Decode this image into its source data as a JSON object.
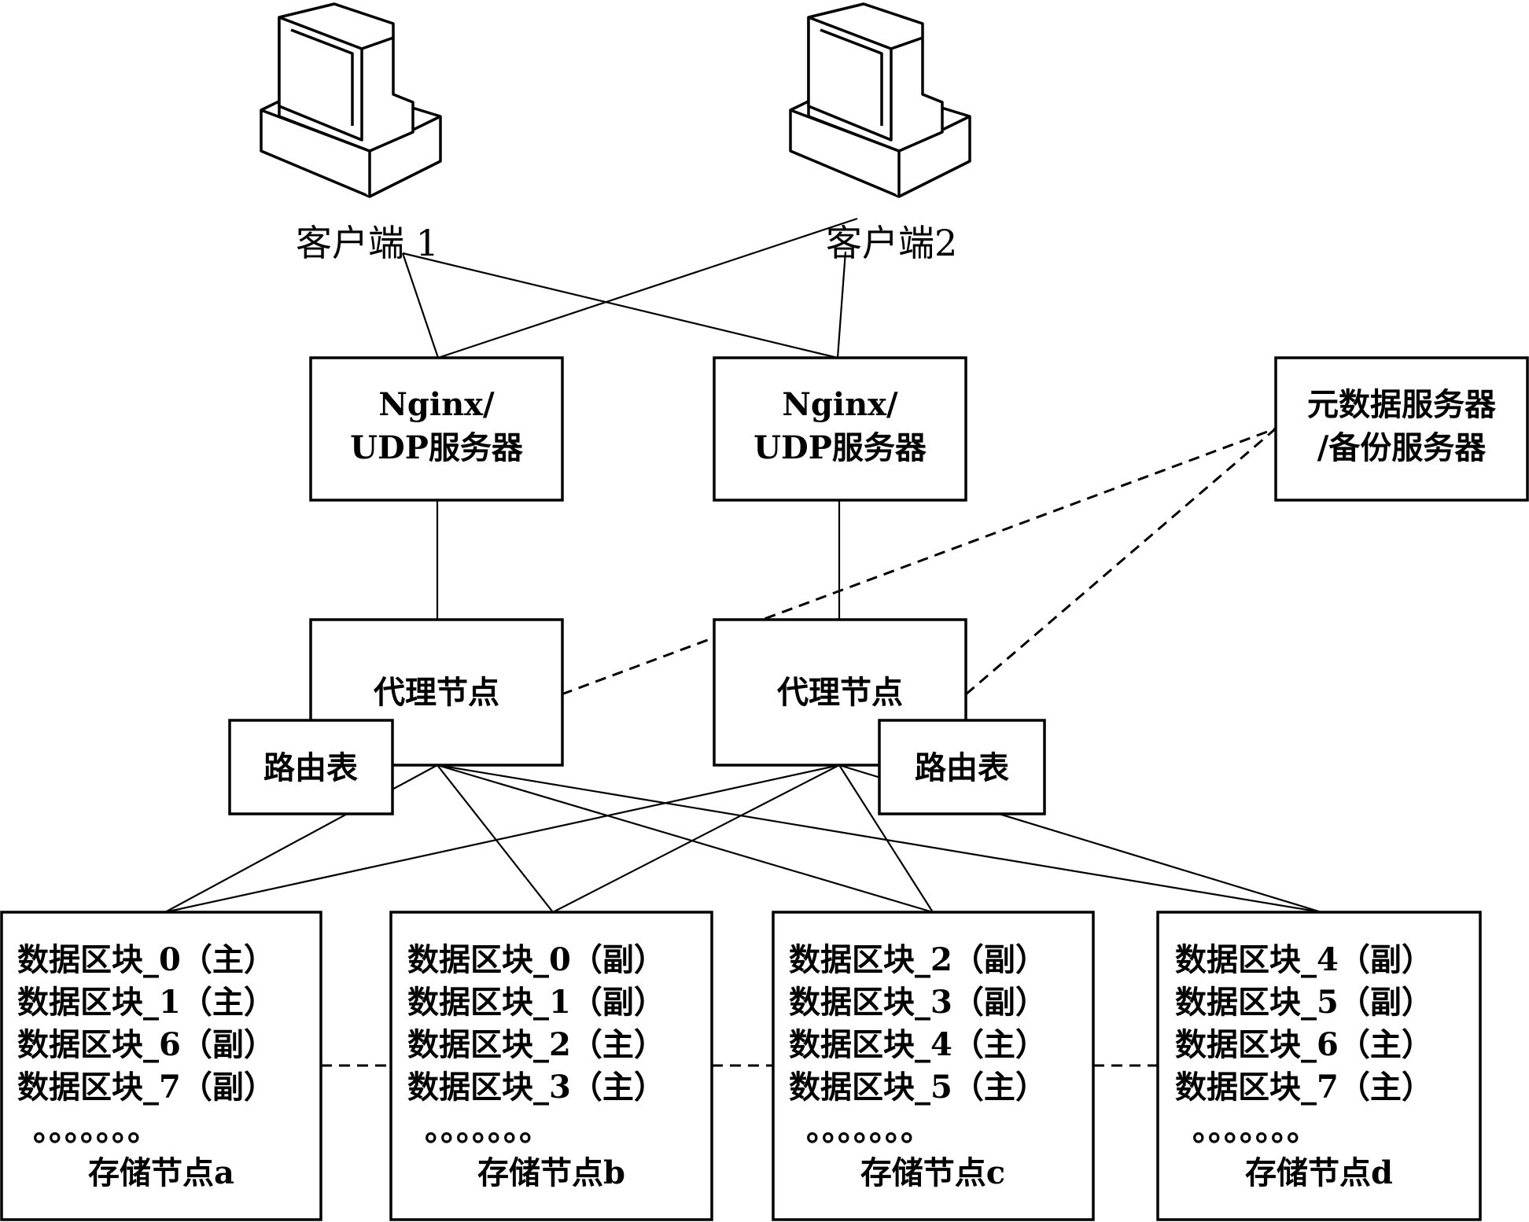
{
  "clients": [
    {
      "id": "client-1",
      "label": "客户端 1"
    },
    {
      "id": "client-2",
      "label": "客户端2"
    }
  ],
  "nginx_servers": [
    {
      "id": "nginx-1",
      "lines": [
        "Nginx/",
        "UDP服务器"
      ]
    },
    {
      "id": "nginx-2",
      "lines": [
        "Nginx/",
        "UDP服务器"
      ]
    }
  ],
  "metadata_server": {
    "lines": [
      "元数据服务器",
      "/备份服务器"
    ]
  },
  "proxies": [
    {
      "id": "proxy-1",
      "label": "代理节点",
      "routing_table": "路由表"
    },
    {
      "id": "proxy-2",
      "label": "代理节点",
      "routing_table": "路由表"
    }
  ],
  "storage_nodes": [
    {
      "id": "a",
      "label": "存储节点a",
      "blocks": [
        "数据区块_0（主）",
        "数据区块_1（主）",
        "数据区块_6（副）",
        "数据区块_7（副）"
      ],
      "ellipsis": "。。。。。。。"
    },
    {
      "id": "b",
      "label": "存储节点b",
      "blocks": [
        "数据区块_0（副）",
        "数据区块_1（副）",
        "数据区块_2（主）",
        "数据区块_3（主）"
      ],
      "ellipsis": "。。。。。。。"
    },
    {
      "id": "c",
      "label": "存储节点c",
      "blocks": [
        "数据区块_2（副）",
        "数据区块_3（副）",
        "数据区块_4（主）",
        "数据区块_5（主）"
      ],
      "ellipsis": "。。。。。。。"
    },
    {
      "id": "d",
      "label": "存储节点d",
      "blocks": [
        "数据区块_4（副）",
        "数据区块_5（副）",
        "数据区块_6（主）",
        "数据区块_7（主）"
      ],
      "ellipsis": "。。。。。。。"
    }
  ]
}
